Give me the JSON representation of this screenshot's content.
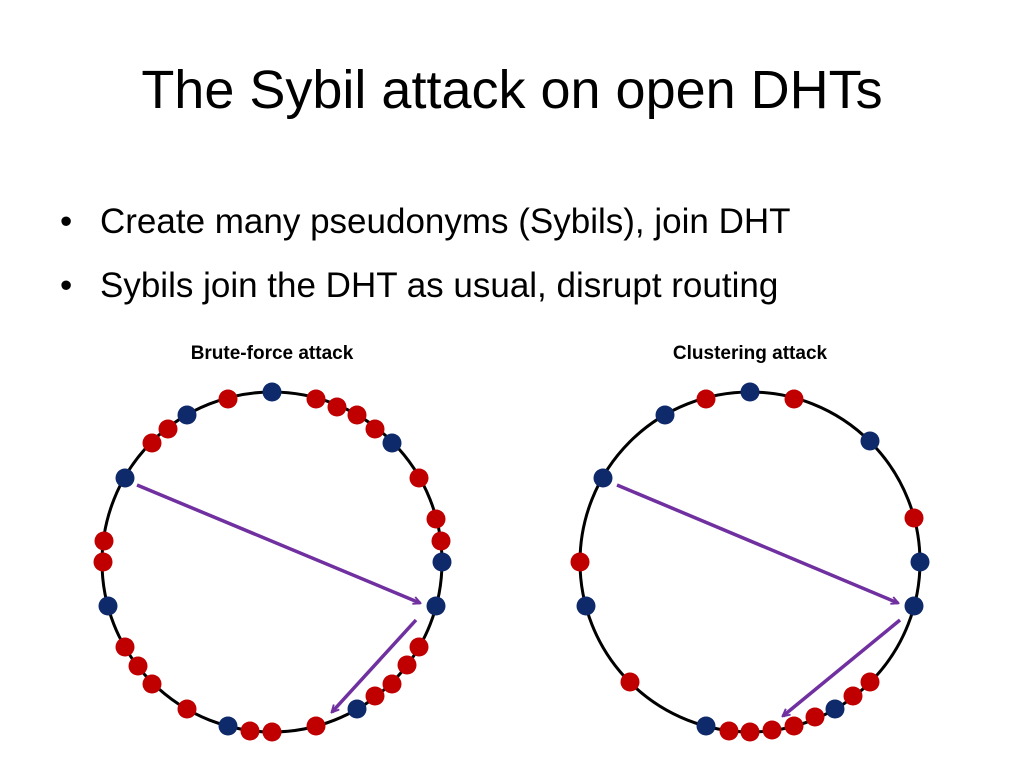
{
  "title": "The Sybil attack on open DHTs",
  "bullets": [
    "Create many pseudonyms (Sybils), join DHT",
    "Sybils join the DHT as usual, disrupt routing"
  ],
  "bullet_symbol": "•",
  "diagrams": {
    "left": {
      "label": "Brute-force attack",
      "honest_color": "#0e2a6b",
      "sybil_color": "#c00000",
      "arrow_color": "#7030a0"
    },
    "right": {
      "label": "Clustering attack",
      "honest_color": "#0e2a6b",
      "sybil_color": "#c00000",
      "arrow_color": "#7030a0"
    }
  }
}
